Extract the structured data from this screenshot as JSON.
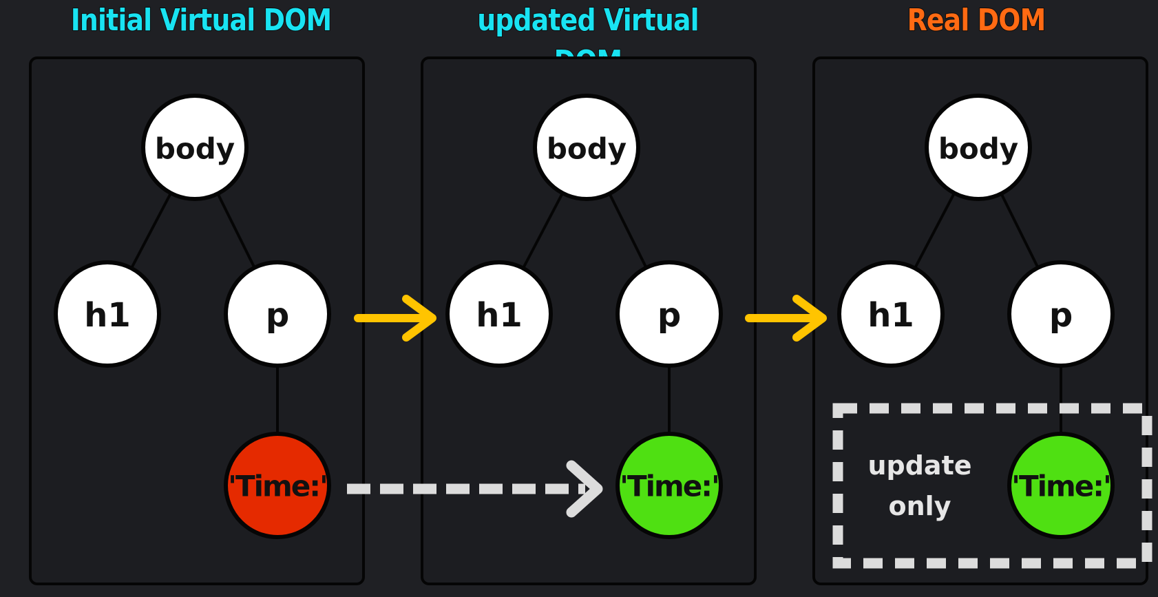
{
  "colors": {
    "background": "#1f2024",
    "panel": "#1c1d21",
    "title_cyan": "#19e3f2",
    "title_orange": "#ff6a13",
    "node_fill": "#ffffff",
    "node_stroke": "#050505",
    "node_text": "#111111",
    "old_node": "#e52a00",
    "new_node": "#4fe012",
    "arrow_yellow": "#ffc400",
    "dashed_gray": "#dcdcdc"
  },
  "panels": [
    {
      "title": "Initial Virtual DOM",
      "title_color": "#19e3f2",
      "nodes": {
        "root": "body",
        "left": "h1",
        "right": "p",
        "leaf": "'Time:'"
      },
      "leaf_state": "old"
    },
    {
      "title": "updated Virtual DOM",
      "title_color": "#19e3f2",
      "nodes": {
        "root": "body",
        "left": "h1",
        "right": "p",
        "leaf": "'Time:'"
      },
      "leaf_state": "new"
    },
    {
      "title": "Real DOM",
      "title_color": "#ff6a13",
      "nodes": {
        "root": "body",
        "left": "h1",
        "right": "p",
        "leaf": "'Time:'"
      },
      "leaf_state": "new",
      "note": [
        "update",
        "only"
      ]
    }
  ],
  "icons": {
    "diff_arrow": "dashed-arrow-icon",
    "flow_arrow": "right-arrow-icon"
  }
}
